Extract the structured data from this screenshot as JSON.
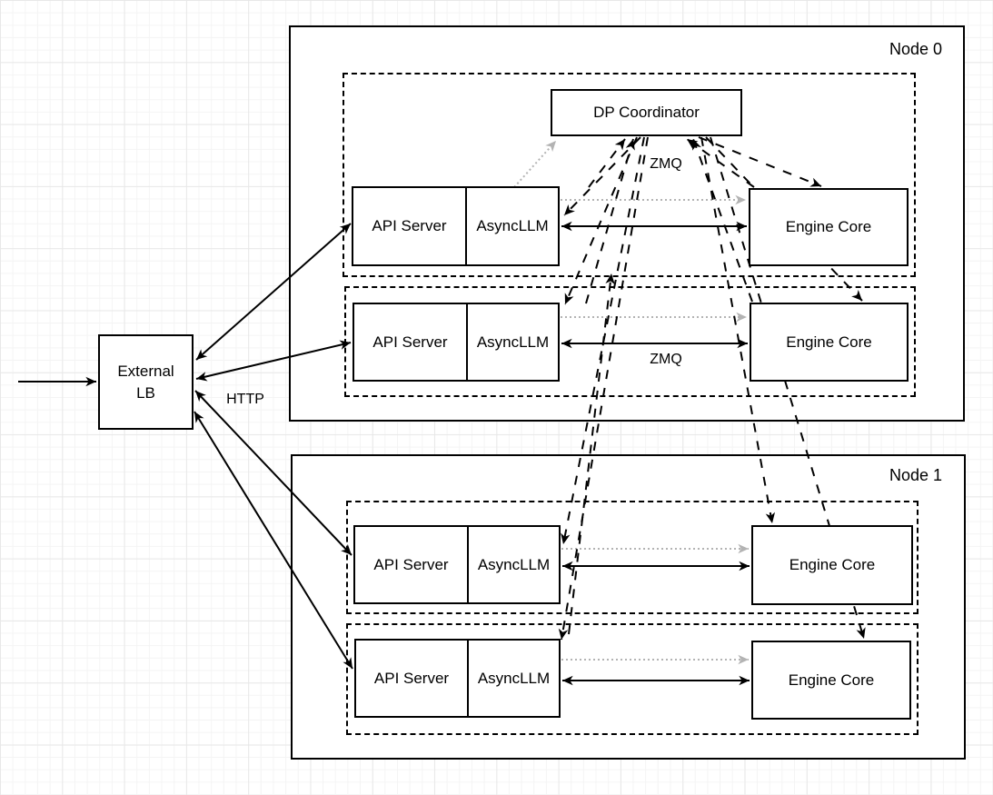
{
  "lb": {
    "line1": "External",
    "line2": "LB"
  },
  "coordinator": {
    "label": "DP Coordinator"
  },
  "node0": {
    "label": "Node 0"
  },
  "node1": {
    "label": "Node 1"
  },
  "rows": [
    {
      "api": "API Server",
      "llm": "AsyncLLM",
      "engine": "Engine Core"
    },
    {
      "api": "API Server",
      "llm": "AsyncLLM",
      "engine": "Engine Core"
    },
    {
      "api": "API Server",
      "llm": "AsyncLLM",
      "engine": "Engine Core"
    },
    {
      "api": "API Server",
      "llm": "AsyncLLM",
      "engine": "Engine Core"
    }
  ],
  "edge_labels": {
    "zmq_coordinator": "ZMQ",
    "zmq_row2": "ZMQ",
    "http": "HTTP"
  },
  "colors": {
    "stroke": "#000000",
    "dotted_gray": "#b3b3b3",
    "background": "#ffffff"
  }
}
